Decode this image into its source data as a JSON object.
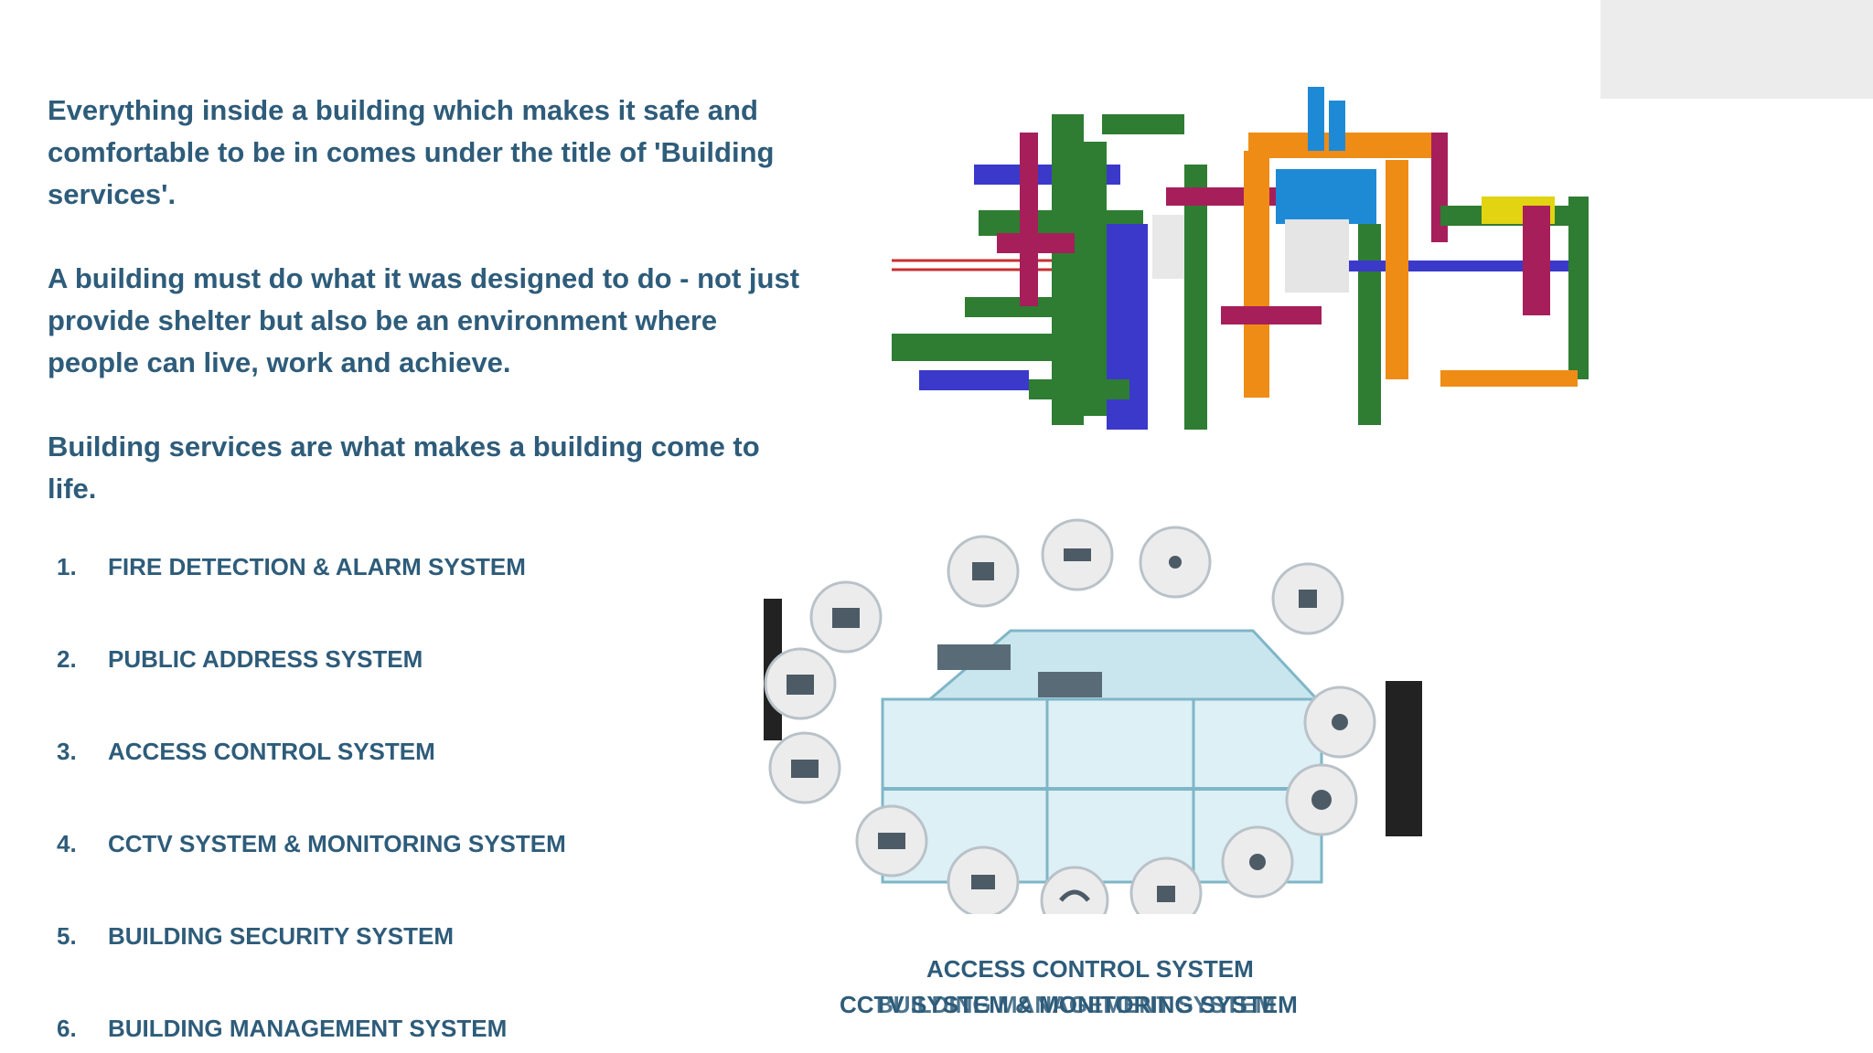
{
  "intro": {
    "p1": "Everything inside a building which makes it safe and comfortable to be in comes under the title of 'Building services'.",
    "p2": "A building must do what it was designed to do - not just provide shelter but also be an environment where people can live, work and achieve.",
    "p3": "Building services are what makes a building come to life."
  },
  "services": [
    {
      "num": "1.",
      "label": "FIRE DETECTION & ALARM SYSTEM"
    },
    {
      "num": "2.",
      "label": "PUBLIC ADDRESS SYSTEM"
    },
    {
      "num": "3.",
      "label": "ACCESS CONTROL SYSTEM"
    },
    {
      "num": "4.",
      "label": "CCTV SYSTEM & MONITORING SYSTEM"
    },
    {
      "num": "5.",
      "label": "BUILDING SECURITY SYSTEM"
    },
    {
      "num": "6.",
      "label": "BUILDING MANAGEMENT SYSTEM"
    }
  ],
  "captions": {
    "line1": "ACCESS CONTROL SYSTEM",
    "line2a": "CCTV SYSTEM & MONITORING SYSTEM",
    "line2b": "BUILDING MANAGEMENT SYSTEM"
  },
  "colors": {
    "text": "#2e5c7a"
  }
}
